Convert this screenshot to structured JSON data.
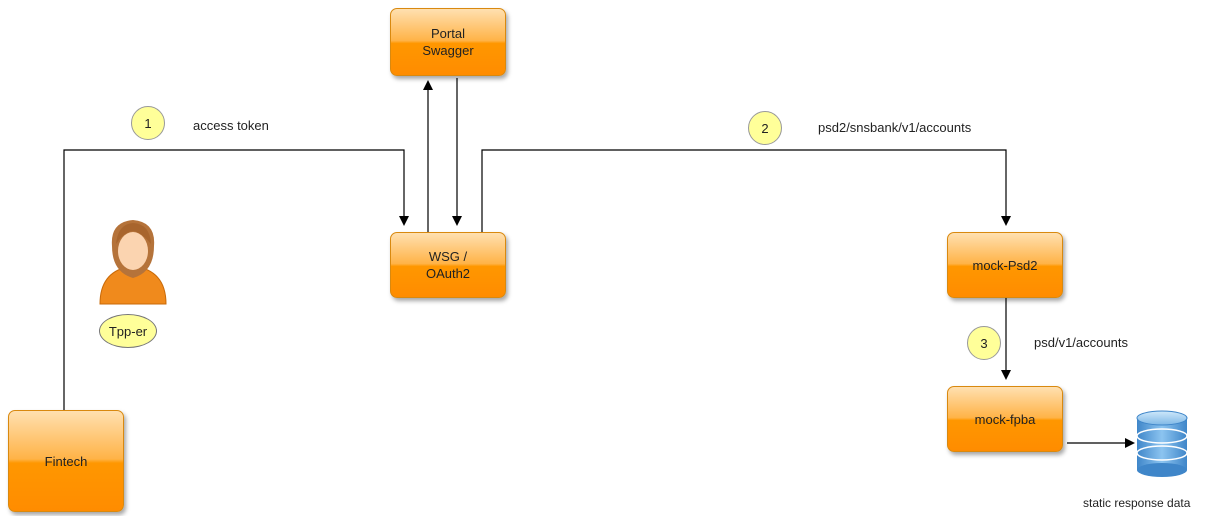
{
  "nodes": {
    "portal": {
      "lines": [
        "Portal",
        "Swagger"
      ]
    },
    "wsg": {
      "lines": [
        "WSG /",
        "OAuth2"
      ]
    },
    "mock_psd2": {
      "lines": [
        "mock-Psd2"
      ]
    },
    "mock_fpba": {
      "lines": [
        "mock-fpba"
      ]
    },
    "fintech": {
      "lines": [
        "Fintech"
      ]
    }
  },
  "actor": {
    "label": "Tpp-er",
    "icon": "person-icon"
  },
  "steps": [
    {
      "number": "1",
      "label": "access token"
    },
    {
      "number": "2",
      "label": "psd2/snsbank/v1/accounts"
    },
    {
      "number": "3",
      "label": "psd/v1/accounts"
    }
  ],
  "database": {
    "label": "static response data",
    "icon": "database-icon"
  },
  "colors": {
    "node_fill": "#ff9900",
    "node_border": "#d9890f",
    "badge_fill": "#ffff99",
    "line": "#000000"
  }
}
